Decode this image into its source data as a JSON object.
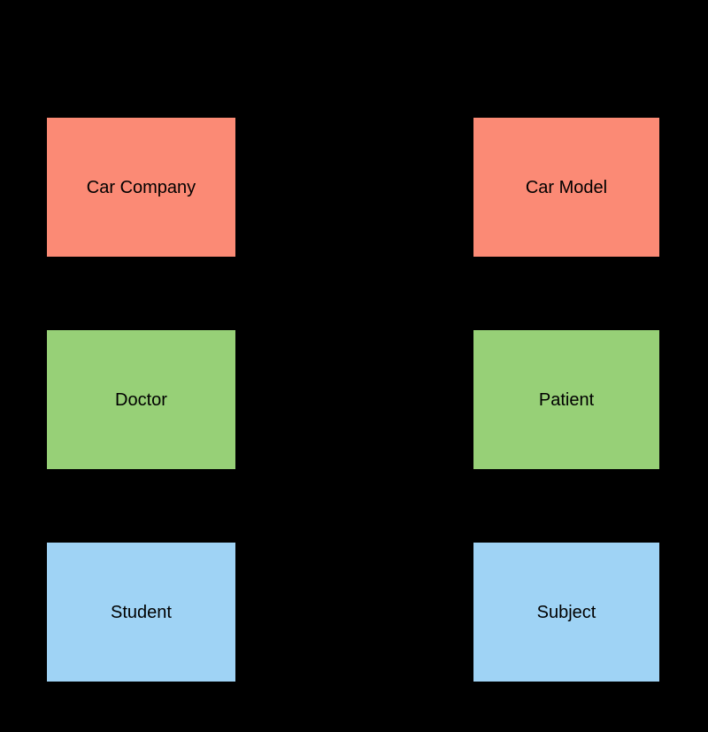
{
  "diagram": {
    "background_color": "#000000",
    "text_color": "#000000",
    "colors": {
      "salmon": "#FB8A75",
      "green": "#97D077",
      "blue": "#9FD3F5"
    },
    "nodes": [
      {
        "id": "car-company",
        "label": "Car Company",
        "fill": "#FB8A75",
        "row": 0,
        "column": "left"
      },
      {
        "id": "car-model",
        "label": "Car Model",
        "fill": "#FB8A75",
        "row": 0,
        "column": "right"
      },
      {
        "id": "doctor",
        "label": "Doctor",
        "fill": "#97D077",
        "row": 1,
        "column": "left"
      },
      {
        "id": "patient",
        "label": "Patient",
        "fill": "#97D077",
        "row": 1,
        "column": "right"
      },
      {
        "id": "student",
        "label": "Student",
        "fill": "#9FD3F5",
        "row": 2,
        "column": "left"
      },
      {
        "id": "subject",
        "label": "Subject",
        "fill": "#9FD3F5",
        "row": 2,
        "column": "right"
      }
    ]
  }
}
